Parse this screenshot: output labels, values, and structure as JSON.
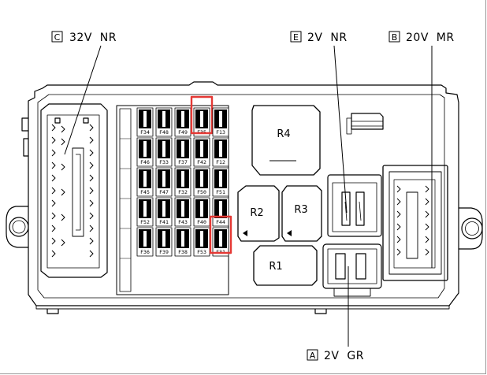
{
  "callouts": {
    "c": {
      "letter": "C",
      "text": "32V  NR"
    },
    "e": {
      "letter": "E",
      "text": "2V  NR"
    },
    "b": {
      "letter": "B",
      "text": "20V  MR"
    },
    "a": {
      "letter": "A",
      "text": "2V  GR"
    }
  },
  "relays": [
    "R4",
    "R2",
    "R3",
    "R1"
  ],
  "fuse_rows": [
    [
      "F34",
      "F48",
      "F49",
      "F35",
      "F13"
    ],
    [
      "F46",
      "F33",
      "F37",
      "F42",
      "F12"
    ],
    [
      "F45",
      "F47",
      "F32",
      "F50",
      "F51"
    ],
    [
      "F52",
      "F41",
      "F43",
      "F40",
      "F44"
    ],
    [
      "F36",
      "F39",
      "F38",
      "F53",
      "F31"
    ]
  ],
  "highlighted_fuses": [
    "F35",
    "F31"
  ],
  "colors": {
    "line": "#000000",
    "highlight": "#e53935",
    "background": "#ffffff"
  }
}
